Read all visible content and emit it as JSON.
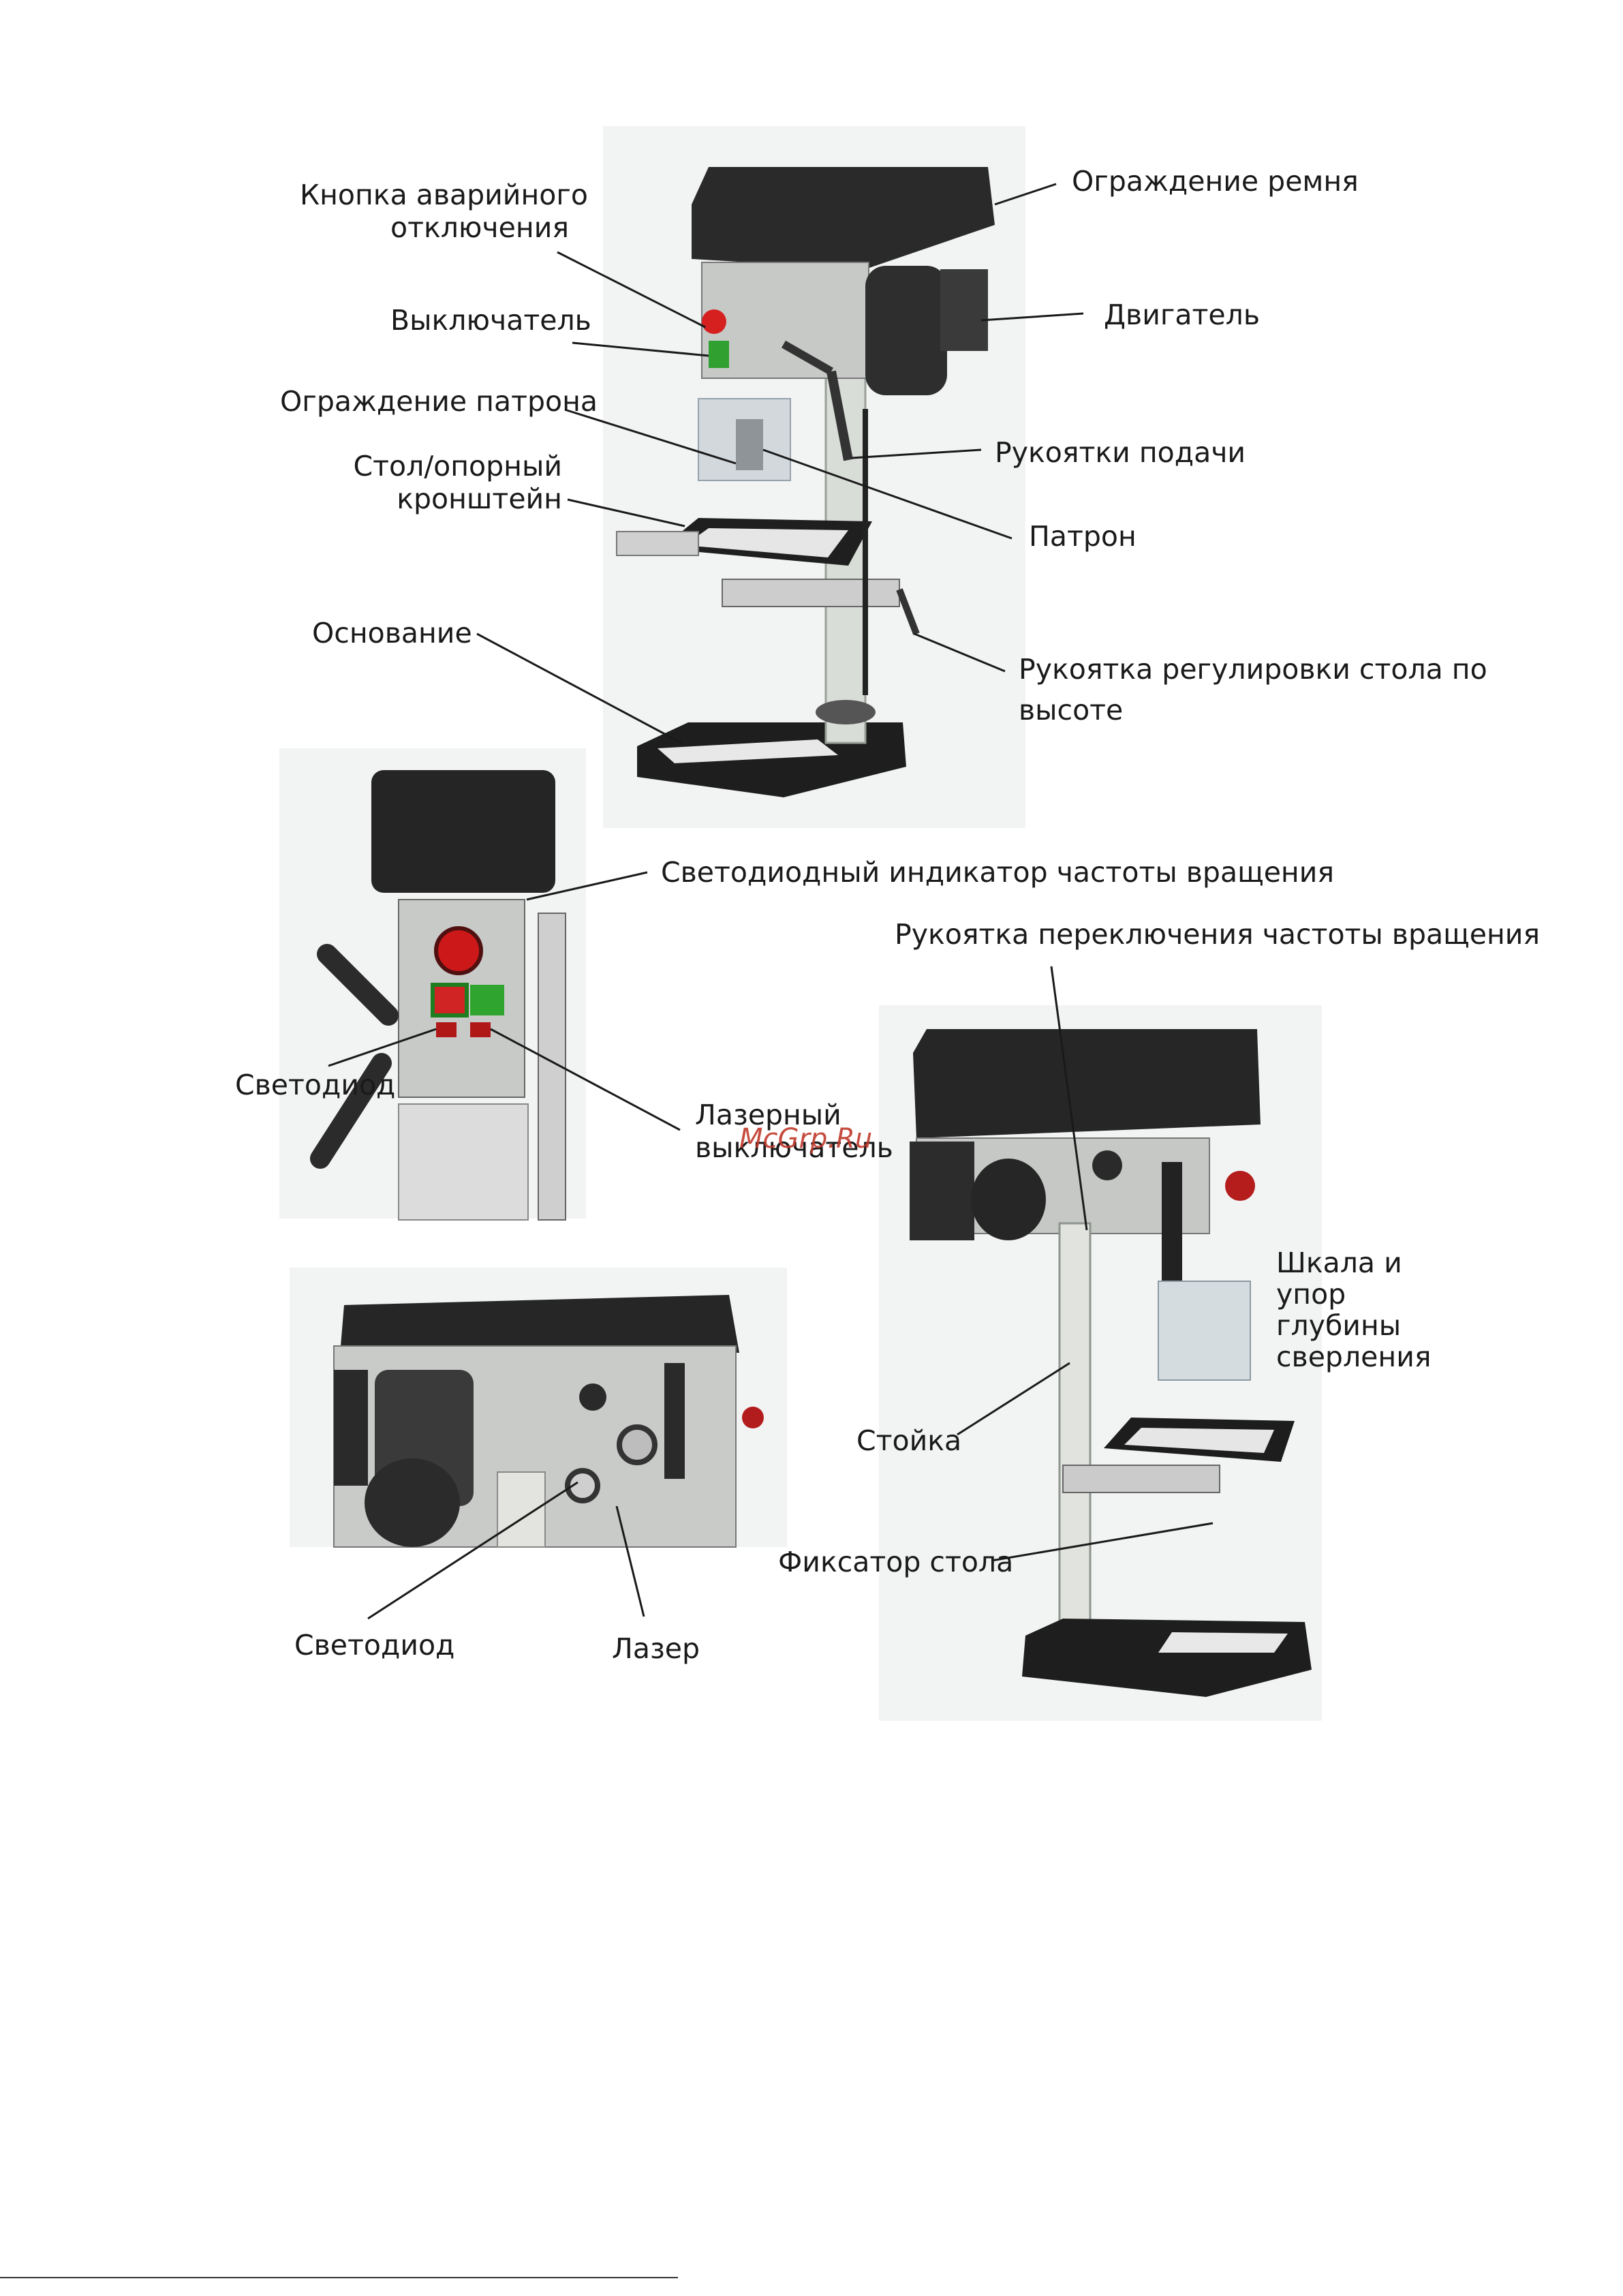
{
  "figure1": {
    "labels": {
      "emergency_stop": [
        "Кнопка аварийного",
        "отключения"
      ],
      "switch": "Выключатель",
      "chuck_guard": "Ограждение патрона",
      "table_bracket": [
        "Стол/опорный",
        "кронштейн"
      ],
      "base": "Основание",
      "belt_guard": "Ограждение ремня",
      "motor": "Двигатель",
      "feed_handles": "Рукоятки подачи",
      "chuck": "Патрон",
      "table_height_handle": [
        "Рукоятка регулировки стола по",
        "высоте"
      ]
    }
  },
  "figure2": {
    "labels": {
      "led_speed_indicator": "Светодиодный индикатор частоты вращения",
      "led": "Светодиод",
      "laser_switch": [
        "Лазерный",
        "выключатель"
      ]
    }
  },
  "figure3": {
    "labels": {
      "speed_handle": "Рукоятка переключения частоты вращения",
      "depth_scale": [
        "Шкала и",
        "упор",
        "глубины",
        "сверления"
      ],
      "column": "Стойка",
      "table_lock": "Фиксатор стола"
    }
  },
  "figure4": {
    "labels": {
      "led": "Светодиод",
      "laser": "Лазер"
    }
  },
  "watermark": "McGrp.Ru"
}
